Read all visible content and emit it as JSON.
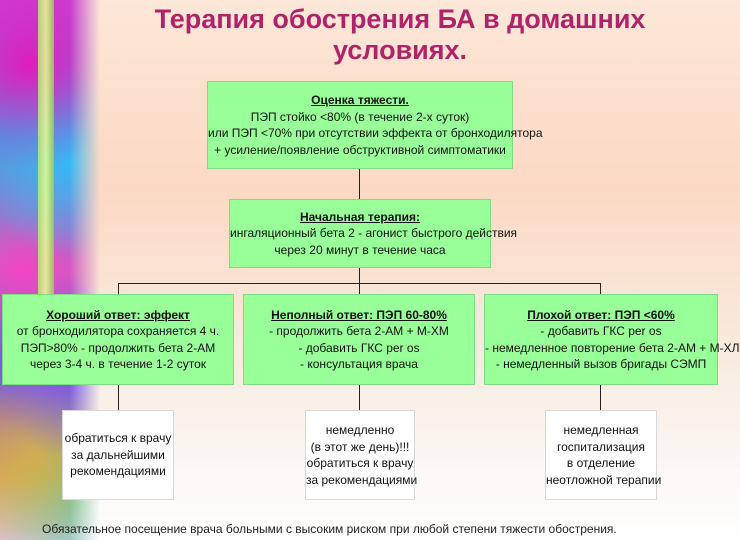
{
  "title": {
    "line1": "Терапия обострения БА в домашних",
    "line2": "условиях."
  },
  "severity": {
    "heading": "Оценка тяжести.",
    "lines": [
      "ПЭП стойко <80% (в течение 2-х суток)",
      "или ПЭП <70% при отсутствии эффекта от бронходилятора",
      "+ усиление/появление обструктивной симптоматики"
    ]
  },
  "initial": {
    "heading": "Начальная терапия:",
    "lines": [
      "ингаляционный бета 2 - агонист быстрого действия",
      "через 20 минут в течение часа"
    ]
  },
  "responses": [
    {
      "heading": "Хороший ответ: эффект",
      "lines": [
        "от бронходилятора сохраняется 4 ч.",
        "ПЭП>80% - продолжить бета 2-АМ",
        "через 3-4 ч. в течение 1-2 суток"
      ],
      "action": [
        "обратиться к врачу",
        "за дальнейшими",
        "рекомендациями"
      ]
    },
    {
      "heading": "Неполный ответ: ПЭП 60-80%",
      "lines": [
        "- продолжить бета 2-АМ + М-ХМ",
        "- добавить ГКС per os",
        "- консультация врача"
      ],
      "action": [
        "немедленно",
        "(в этот же день)!!!",
        "обратиться к врачу",
        "за рекомендациями"
      ]
    },
    {
      "heading": "Плохой ответ: ПЭП <60%",
      "lines": [
        "- добавить ГКС per os",
        "- немедленное повторение бета 2-АМ + М-ХЛ",
        "- немедленный вызов бригады СЭМП"
      ],
      "action": [
        "немедленная",
        "госпитализация",
        "в отделение",
        "неотложной терапии"
      ]
    }
  ],
  "footer": "Обязательное посещение врача больными с высоким риском при любой степени тяжести обострения."
}
